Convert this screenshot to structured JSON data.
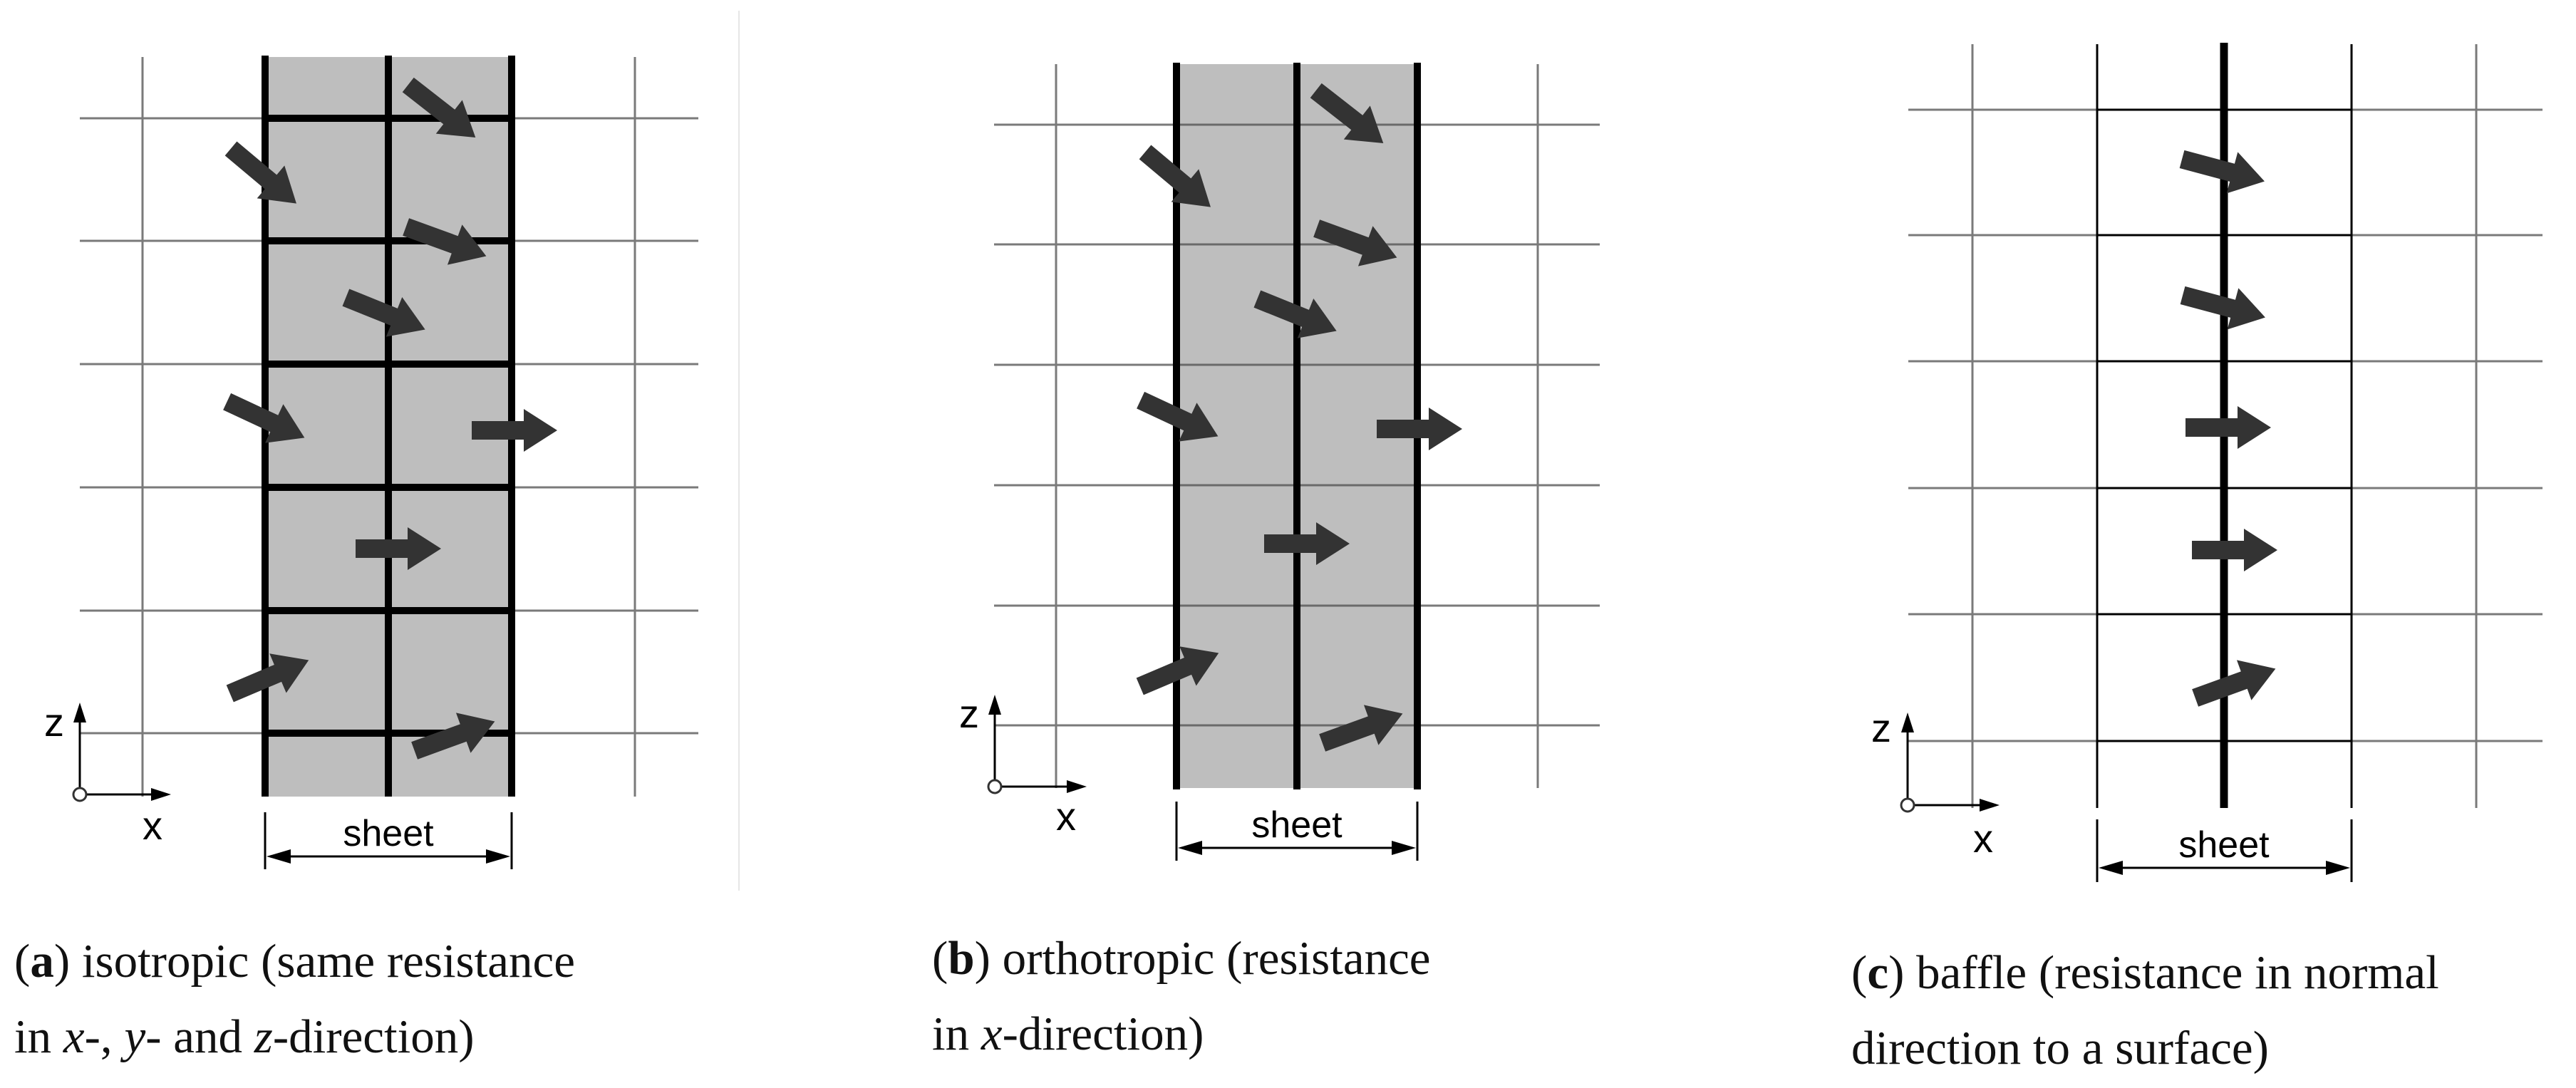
{
  "panels": [
    {
      "id": "a",
      "sheet_label": "sheet",
      "axis_z": "z",
      "axis_x": "x",
      "caption": {
        "letter": "a",
        "line1_text": " isotropic (same resistance",
        "line2_pre": "in ",
        "line2_v1": "x",
        "line2_s1": "-, ",
        "line2_v2": "y",
        "line2_s2": "- and ",
        "line2_v3": "z",
        "line2_s3": "-direction)"
      }
    },
    {
      "id": "b",
      "sheet_label": "sheet",
      "axis_z": "z",
      "axis_x": "x",
      "caption": {
        "letter": "b",
        "line1_text": " orthotropic (resistance",
        "line2_pre": "in ",
        "line2_v1": "x",
        "line2_s1": "-direction)"
      }
    },
    {
      "id": "c",
      "sheet_label": "sheet",
      "axis_z": "z",
      "axis_x": "x",
      "caption": {
        "letter": "c",
        "line1_text": " baffle (resistance in normal",
        "line2_text": "direction to a surface)"
      }
    }
  ],
  "colors": {
    "sheet_fill": "#bebebe",
    "grid_line": "#7a7a7a",
    "cell_line": "#000000",
    "arrow": "#333333",
    "separator": "#dddddd"
  }
}
